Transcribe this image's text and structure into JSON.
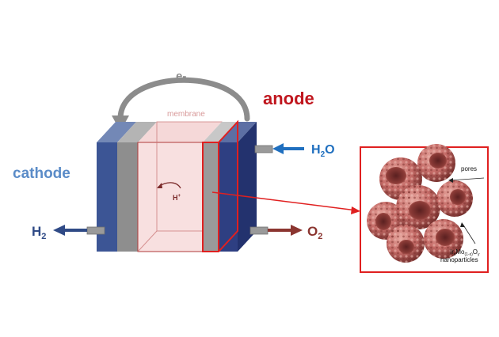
{
  "labels": {
    "electron": "e-",
    "membrane": "membrane",
    "anode": "anode",
    "cathode": "cathode",
    "proton": "H",
    "proton_sup": "+",
    "hydrogen": "H",
    "hydrogen_sub": "2",
    "oxygen": "O",
    "oxygen_sub": "2",
    "water_h": "H",
    "water_sub": "2",
    "water_o": "O",
    "pores": "pores",
    "np_ir": "Ir",
    "np_x": "x",
    "np_mo": "Mo",
    "np_1mx": "(1-x)",
    "np_o": "O",
    "np_y": "y",
    "nanoparticles": "nanoparticles"
  },
  "colors": {
    "anode": "#c0161e",
    "cathode": "#5b8cc8",
    "electron": "#8c8c8c",
    "membrane_text": "#d89a9a",
    "hydrogen": "#2f4a86",
    "oxygen": "#8b3530",
    "water": "#1f6fbf",
    "highlight": "#e02020",
    "cell_blue": "#3c5595",
    "particle": "#c46a66"
  },
  "icons": {
    "electron_arrow": "curved-arrow-icon",
    "proton_arrow": "curved-arrow-icon",
    "hydrogen_arrow": "arrow-left-icon",
    "oxygen_arrow": "arrow-right-icon",
    "water_arrow": "arrow-left-icon"
  }
}
